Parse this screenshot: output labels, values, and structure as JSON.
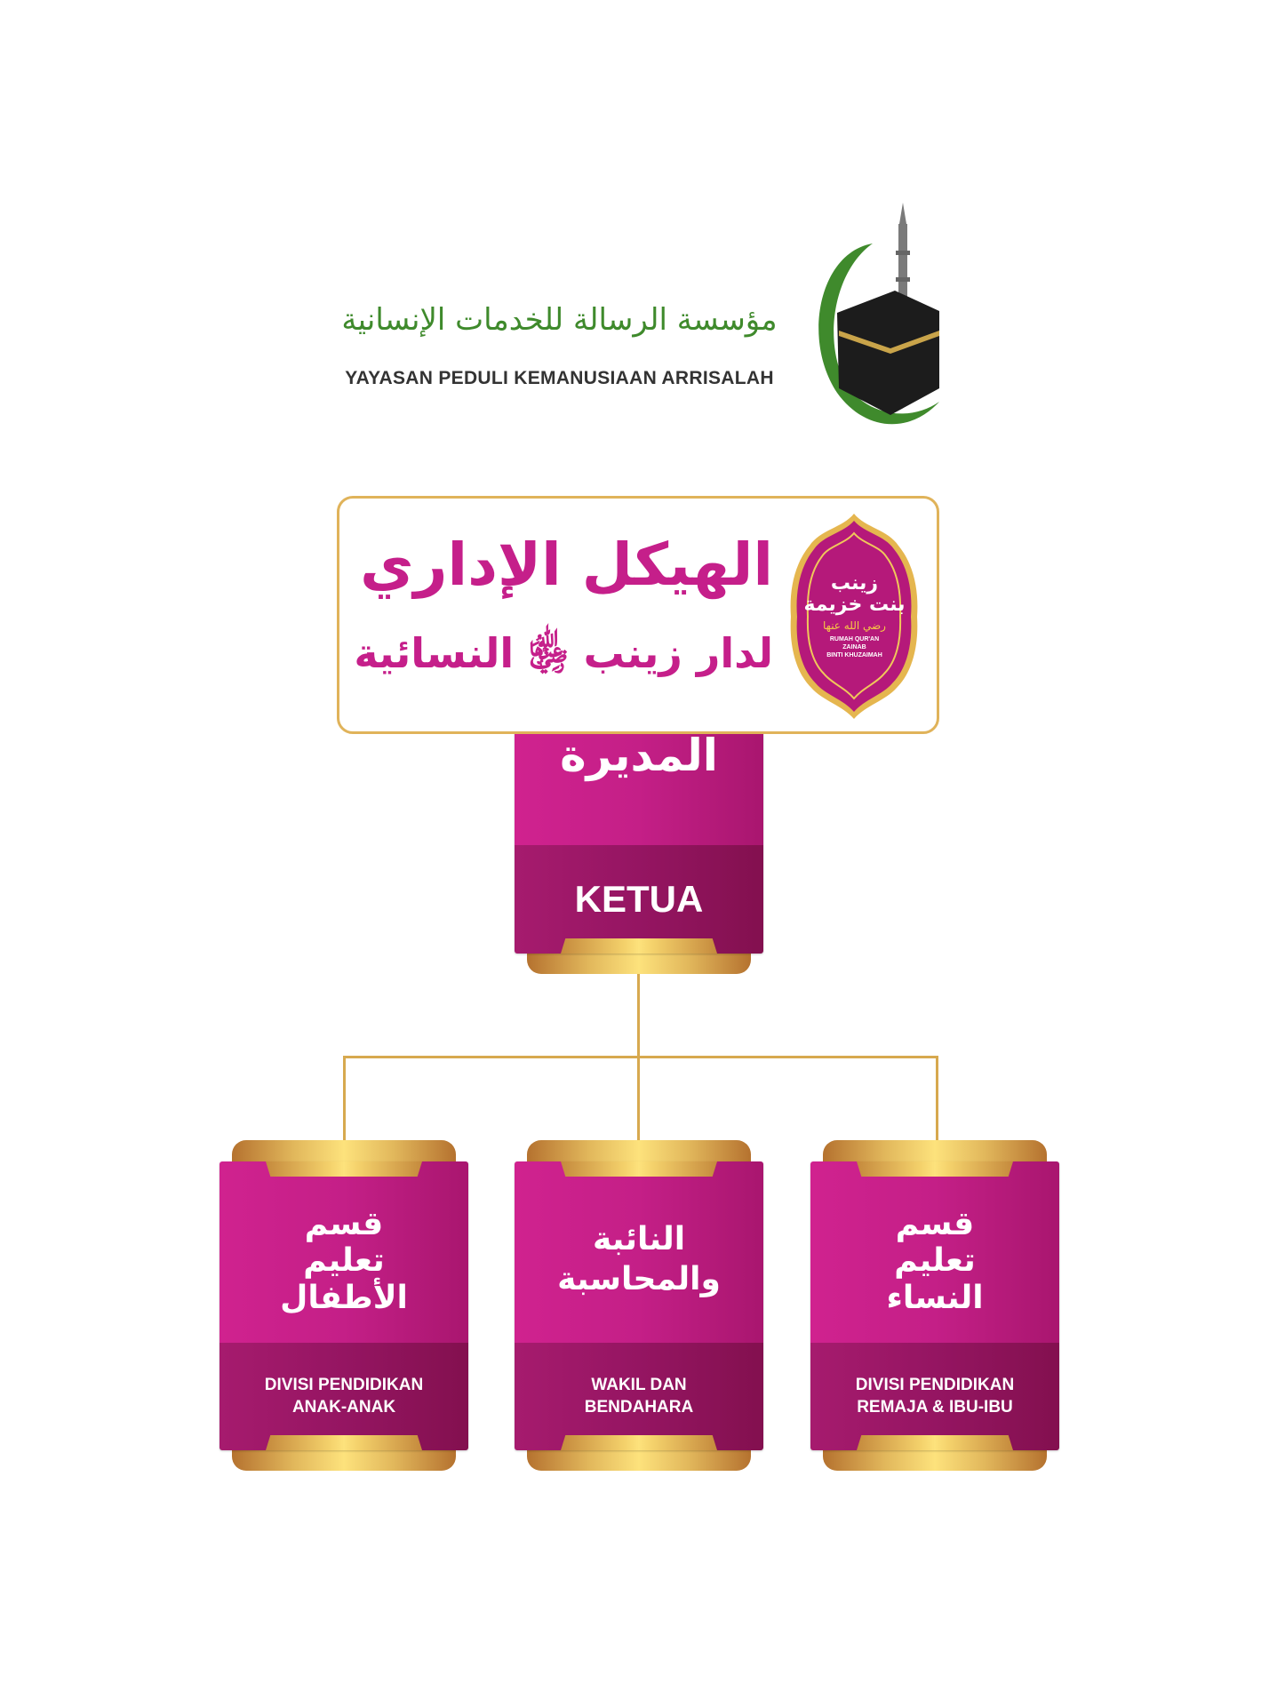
{
  "header": {
    "org_name_arabic": "مؤسسة الرسالة للخدمات الإنسانية",
    "org_name_latin": "YAYASAN PEDULI KEMANUSIAAN ARRISALAH",
    "logo_icon": "kaaba-crescent-minaret-icon"
  },
  "title": {
    "line1": "الهيكل الإداري",
    "line2": "لدار زينب ﵂ النسائية"
  },
  "badge": {
    "name_line1": "زينب",
    "name_line2": "بنت خزيمة",
    "honorific": "رضي الله عنها",
    "latin_line1": "RUMAH QUR'AN",
    "latin_line2": "ZAINAB",
    "latin_line3": "BINTI KHUZAIMAH"
  },
  "colors": {
    "magenta": "#c41f87",
    "gold": "#e2b85c",
    "green": "#3f8a2c"
  },
  "chart": {
    "root": {
      "arabic": "المديرة",
      "latin": "KETUA"
    },
    "children": [
      {
        "arabic": "قسم تعليم الأطفال",
        "latin": "DIVISI PENDIDIKAN ANAK-ANAK"
      },
      {
        "arabic": "النائبة والمحاسبة",
        "latin": "WAKIL DAN BENDAHARA"
      },
      {
        "arabic": "قسم تعليم النساء",
        "latin": "DIVISI PENDIDIKAN REMAJA & IBU-IBU"
      }
    ]
  }
}
